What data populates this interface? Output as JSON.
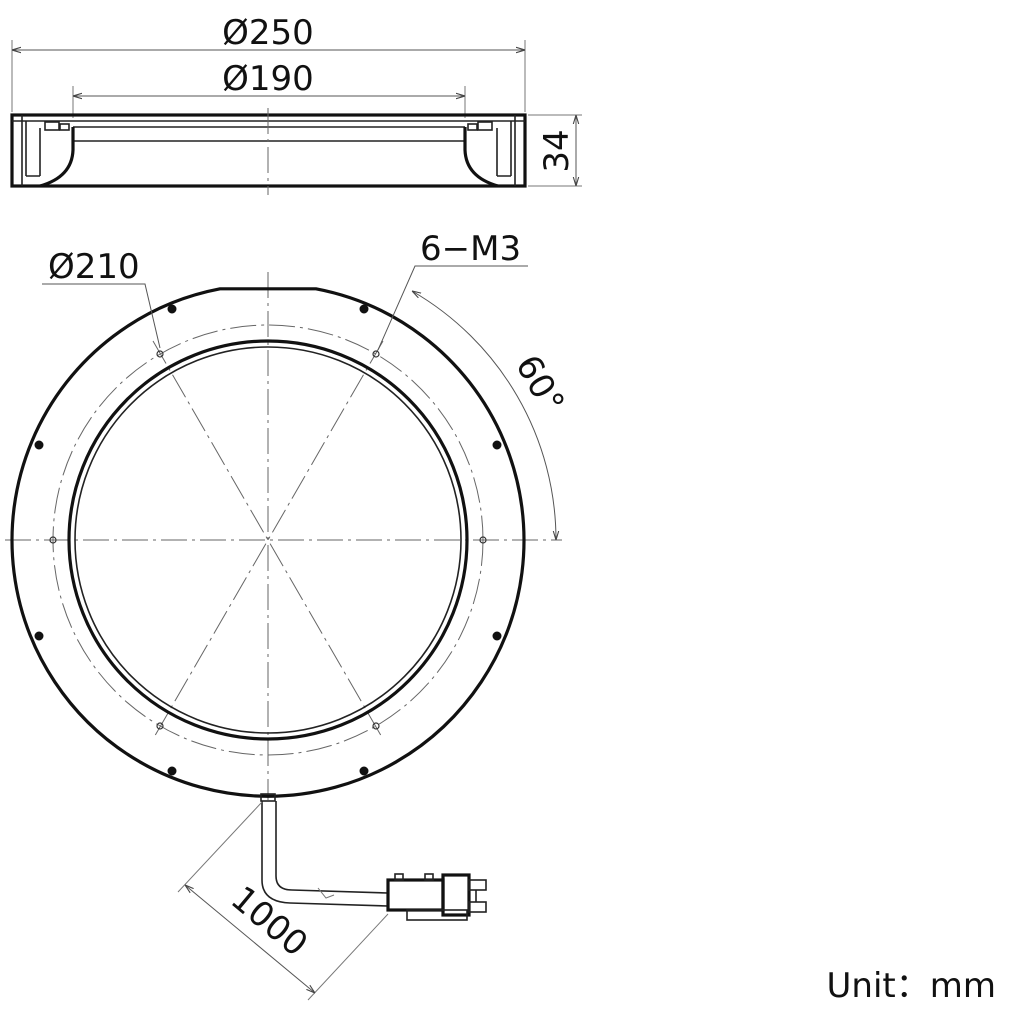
{
  "dimensions": {
    "outer_diameter": "Ø250",
    "inner_diameter": "Ø190",
    "height": "34",
    "pcd": "Ø210",
    "thread": "6−M3",
    "angle": "60°",
    "cable_length": "1000"
  },
  "unit_label": "Unit：mm",
  "colors": {
    "line": "#111111",
    "aux": "#666666",
    "background": "#ffffff"
  }
}
